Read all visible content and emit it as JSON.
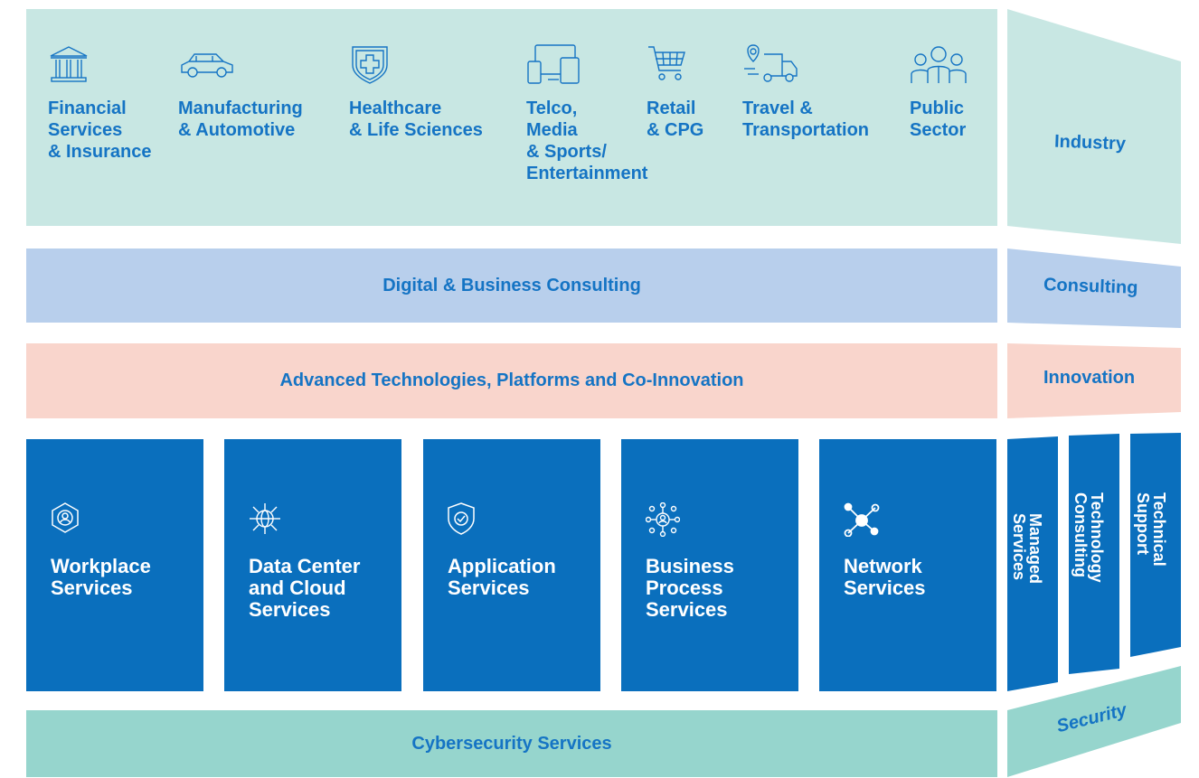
{
  "industry": {
    "items": [
      {
        "icon": "bank-icon",
        "label": "Financial\nServices\n& Insurance"
      },
      {
        "icon": "car-icon",
        "label": "Manufacturing\n& Automotive"
      },
      {
        "icon": "health-shield-icon",
        "label": "Healthcare\n& Life Sciences"
      },
      {
        "icon": "devices-icon",
        "label": "Telco,\nMedia\n& Sports/\nEntertainment"
      },
      {
        "icon": "cart-icon",
        "label": "Retail\n& CPG"
      },
      {
        "icon": "truck-location-icon",
        "label": "Travel &\nTransportation"
      },
      {
        "icon": "people-icon",
        "label": "Public\nSector"
      }
    ]
  },
  "bands": {
    "consulting": "Digital & Business Consulting",
    "innovation": "Advanced Technologies, Platforms and Co-Innovation",
    "security": "Cybersecurity Services"
  },
  "services": [
    {
      "icon": "user-hexagon-icon",
      "label": "Workplace\nServices"
    },
    {
      "icon": "globe-network-icon",
      "label": "Data Center\nand Cloud\nServices"
    },
    {
      "icon": "shield-check-icon",
      "label": "Application\nServices"
    },
    {
      "icon": "people-network-icon",
      "label": "Business\nProcess\nServices"
    },
    {
      "icon": "network-nodes-icon",
      "label": "Network\nServices"
    }
  ],
  "side": {
    "industry": "Industry",
    "consulting": "Consulting",
    "innovation": "Innovation",
    "managed": "Managed\nServices",
    "technology": "Technology\nConsulting",
    "support": "Technical\nSupport",
    "security": "Security"
  },
  "colors": {
    "industry_bg": "#c8e7e3",
    "consulting_bg": "#b8cfec",
    "innovation_bg": "#f9d5cc",
    "service_bg": "#0a6fbd",
    "security_bg": "#96d5cd",
    "text_blue": "#1574c4"
  }
}
